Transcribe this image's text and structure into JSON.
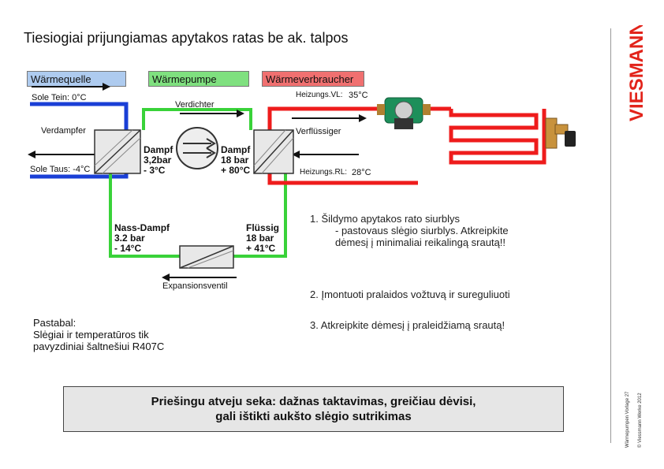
{
  "title": "Tiesiogiai prijungiamas apytakos ratas be ak. talpos",
  "brand": "VIESMANN",
  "side_text": {
    "a": "Wärmepumpen Vorlage 27",
    "b": "© Viessmann Werke  2012"
  },
  "sections": {
    "source": "Wärmequelle",
    "pump": "Wärmepumpe",
    "consumer": "Wärmeverbraucher"
  },
  "labels": {
    "sole_in": "Sole Tein: 0°C",
    "sole_out": "Sole Taus: -4°C",
    "evaporator": "Verdampfer",
    "compressor": "Verdichter",
    "condenser": "Verflüssiger",
    "heating_flow": "Heizungs.VL:",
    "heating_flow_temp": "35°C",
    "heating_return": "Heizungs.RL:",
    "heating_return_temp": "28°C",
    "expansion_valve": "Expansionsventil"
  },
  "states": {
    "vapor_low": [
      "Dampf",
      "3,2bar",
      "- 3°C"
    ],
    "vapor_high": [
      "Dampf",
      "18 bar",
      "+ 80°C"
    ],
    "wet_vapor": [
      "Nass-Dampf",
      "3.2 bar",
      "- 14°C"
    ],
    "liquid": [
      "Flüssig",
      "18 bar",
      "+ 41°C"
    ]
  },
  "notes": {
    "remark": [
      "Pastabal:",
      "Slėgiai ir temperatūros tik",
      "pavyzdiniai šaltnešiui R407C"
    ],
    "item1": [
      "1.   Šildymo apytakos rato siurblys",
      "- pastovaus slėgio siurblys. Atkreipkite",
      "dėmesį į minimaliai reikalingą srautą!!"
    ],
    "item2": "2. Įmontuoti pralaidos vožtuvą ir sureguliuoti",
    "item3": "3. Atkreipkite dėmesį į praleidžiamą srautą!"
  },
  "warning": [
    "Priešingu atveju seka: dažnas taktavimas, greičiau dėvisi,",
    "gali ištikti aukšto slėgio sutrikimas"
  ],
  "colors": {
    "source_box": "#aecbef",
    "pump_box": "#7fe07f",
    "consumer_box": "#f07070",
    "sole_pipe": "#1a3fd6",
    "refrigerant_pipe": "#39d239",
    "heating_pipe": "#ee1c1c",
    "brand": "#e2231a"
  }
}
